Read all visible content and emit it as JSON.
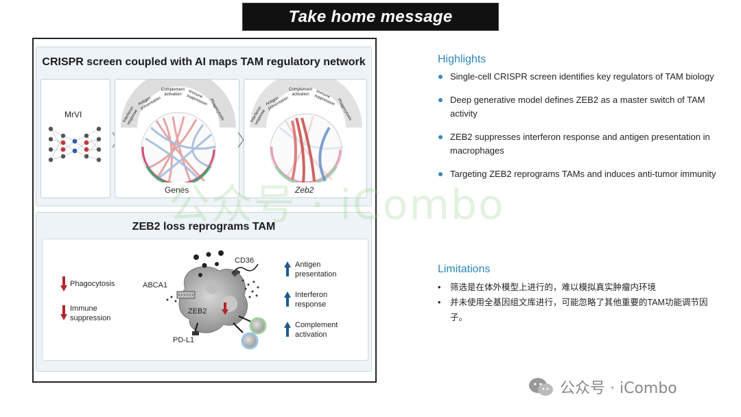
{
  "header": {
    "title": "Take home message"
  },
  "figure": {
    "top_panel": {
      "title": "CRISPR screen coupled with AI maps TAM regulatory network",
      "model_label": "MrVI",
      "genes_label": "Genes",
      "zeb2_label": "Zeb2",
      "categories": [
        "Interferon response",
        "Antigen presentation",
        "Complement activation",
        "Immune suppression",
        "Phagocytosis"
      ]
    },
    "bottom_panel": {
      "title": "ZEB2 loss reprograms TAM",
      "down_labels": [
        "Phagocytosis",
        "Immune suppression"
      ],
      "cell_labels": {
        "abca1": "ABCA1",
        "cd36": "CD36",
        "zeb2": "ZEB2",
        "pdl1": "PD-L1"
      },
      "up_labels": [
        "Antigen presentation",
        "Interferon response",
        "Complement activation"
      ],
      "colors": {
        "down_arrow": "#b3262e",
        "up_arrow": "#1f5a8c"
      }
    }
  },
  "highlights": {
    "heading": "Highlights",
    "items": [
      "Single-cell CRISPR screen identifies key regulators of TAM biology",
      "Deep generative model defines ZEB2 as a master switch of TAM activity",
      "ZEB2 suppresses interferon response and antigen presentation in macrophages",
      "Targeting ZEB2 reprograms TAMs and induces anti-tumor immunity"
    ]
  },
  "limitations": {
    "heading": "Limitations",
    "bullet": "•",
    "items": [
      "筛选是在体外模型上进行的，难以模拟真实肿瘤内环境",
      "并未使用全基因组文库进行，可能忽略了其他重要的TAM功能调节因子。"
    ]
  },
  "watermark": {
    "text": "公众号 · iCombo"
  },
  "accent": "#2a86b8"
}
